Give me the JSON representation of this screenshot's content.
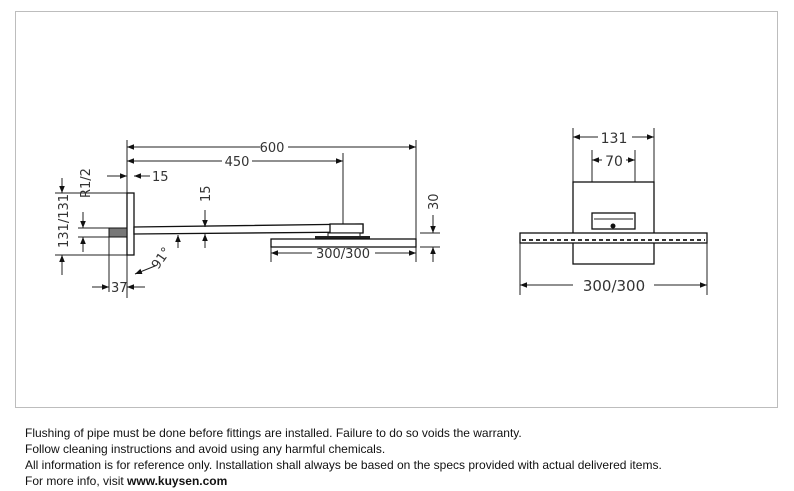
{
  "drawing": {
    "side_view": {
      "dim_total_length": "600",
      "dim_arm_to_connector": "450",
      "dim_plate_thickness": "15",
      "dim_thread": "R1/2",
      "dim_plate_size": "131/131",
      "dim_arm_height": "15",
      "dim_angle": "91°",
      "dim_thread_length": "37",
      "dim_head_height": "30",
      "dim_head_size": "300/300"
    },
    "front_view": {
      "dim_plate_width": "131",
      "dim_connector_width": "70",
      "dim_head_size": "300/300"
    }
  },
  "notes": {
    "line1": "Flushing of pipe must be done before fittings are installed. Failure to do so voids the warranty.",
    "line2": "Follow cleaning instructions and avoid using any harmful chemicals.",
    "line3": "All information is for reference only. Installation shall always be based on the specs provided with actual delivered items.",
    "line4_prefix": "For more info, visit ",
    "line4_link": "www.kuysen.com"
  }
}
